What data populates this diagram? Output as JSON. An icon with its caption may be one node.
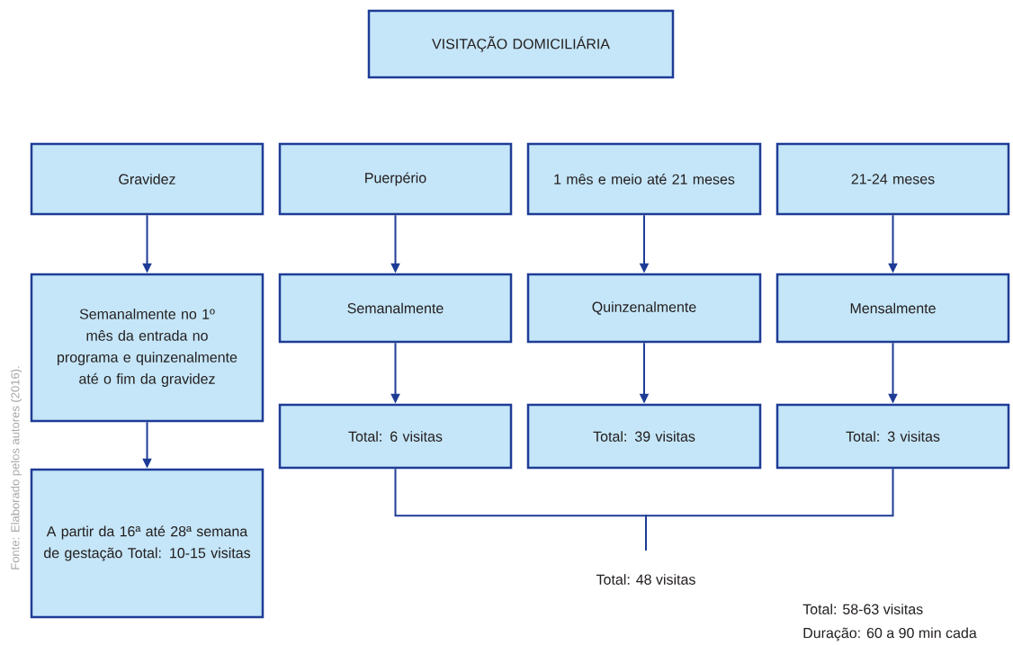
{
  "diagram": {
    "nodes": [
      {
        "text": [
          "VISITAÇÃO DOMICILIÁRIA"
        ]
      },
      {
        "text": [
          "Gravidez"
        ]
      },
      {
        "text": [
          "Puerpério"
        ]
      },
      {
        "text": [
          "1 mês e meio até 21 meses"
        ]
      },
      {
        "text": [
          "21-24 meses"
        ]
      },
      {
        "text": [
          "Semanalmente no 1º mês da entrada no programa e quinzenalmente até o fim da gravidez"
        ]
      },
      {
        "text": [
          "Semanalmente"
        ]
      },
      {
        "text": [
          "Quinzenalmente"
        ]
      },
      {
        "text": [
          "Mensalmente"
        ]
      },
      {
        "text": [
          "A partir da 16ª até 28ª semana de gestação Total: 10-15 visitas"
        ]
      },
      {
        "text": [
          "Total: 6 visitas"
        ]
      },
      {
        "text": [
          "Total: 39 visitas"
        ]
      },
      {
        "text": [
          "Total: 3 visitas"
        ]
      },
      {
        "text": [
          "Total: 48 visitas"
        ]
      }
    ],
    "edges": [
      {
        "from": 1,
        "to": 5,
        "arrow": "to"
      },
      {
        "from": 5,
        "to": 9,
        "arrow": "to"
      },
      {
        "from": 2,
        "to": 6,
        "arrow": "to"
      },
      {
        "from": 6,
        "to": 10,
        "arrow": "to"
      },
      {
        "from": 3,
        "to": 7,
        "arrow": "to"
      },
      {
        "from": 7,
        "to": 11,
        "arrow": "to"
      },
      {
        "from": 4,
        "to": 8,
        "arrow": "to"
      },
      {
        "from": 8,
        "to": 12,
        "arrow": "to"
      },
      {
        "from": 10,
        "to": 13,
        "arrow": "none"
      },
      {
        "from": 12,
        "to": 13,
        "arrow": "none"
      }
    ],
    "labels": [
      "Fonte: Elaborado pelos autores (2016).",
      "Total: 58-63 visitas",
      "Duração: 60 a 90 min cada"
    ]
  }
}
